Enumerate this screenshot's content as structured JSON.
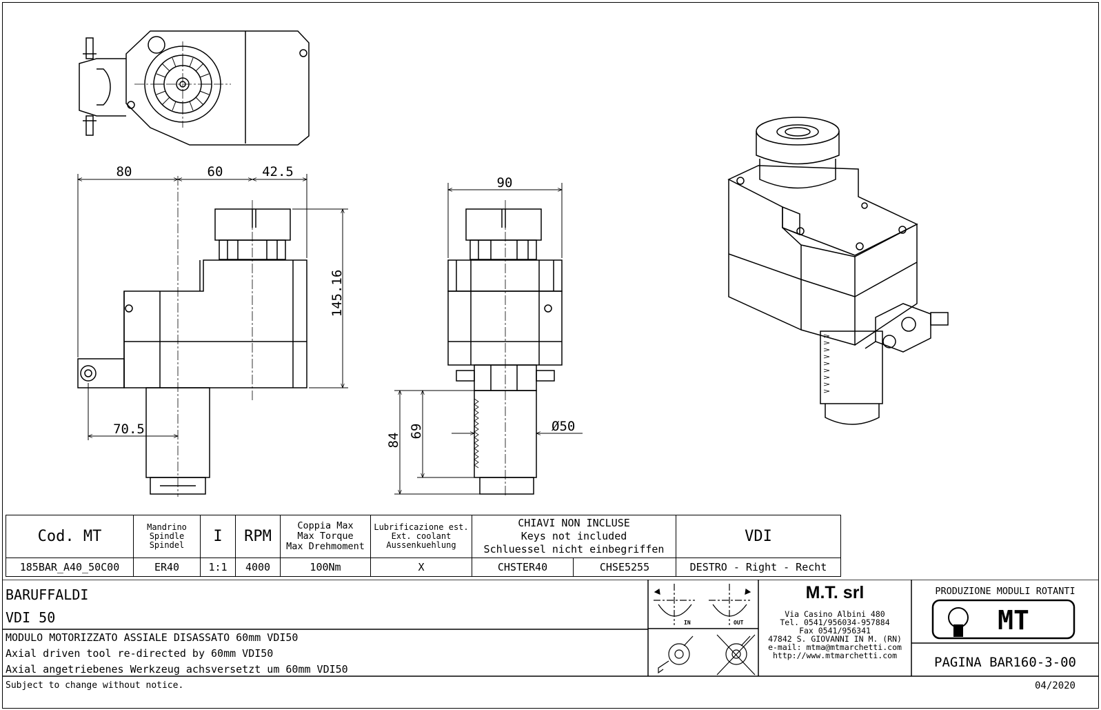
{
  "dimensions": {
    "d80": "80",
    "d60": "60",
    "d42_5": "42.5",
    "d145": "145.16",
    "d70_5": "70.5",
    "d90": "90",
    "d84": "84",
    "d69": "69",
    "d50": "Ø50"
  },
  "spec_table": {
    "headers": {
      "cod": "Cod. MT",
      "spindle": [
        "Mandrino",
        "Spindle",
        "Spindel"
      ],
      "ratio": "I",
      "rpm": "RPM",
      "torque": [
        "Coppia Max",
        "Max Torque",
        "Max Drehmoment"
      ],
      "coolant": [
        "Lubrificazione est.",
        "Ext. coolant",
        "Aussenkuehlung"
      ],
      "keys": [
        "CHIAVI NON INCLUSE",
        "Keys not included",
        "Schluessel nicht einbegriffen"
      ],
      "vdi": "VDI"
    },
    "values": {
      "cod": "185BAR_A40_50C00",
      "spindle": "ER40",
      "ratio": "1:1",
      "rpm": "4000",
      "torque": "100Nm",
      "coolant": "X",
      "key1": "CHSTER40",
      "key2": "CHSE5255",
      "vdi": "DESTRO - Right - Recht"
    }
  },
  "title_block": {
    "brand": "BARUFFALDI",
    "vdi": "VDI 50",
    "desc_it": "MODULO MOTORIZZATO ASSIALE DISASSATO 60mm VDI50",
    "desc_en": "Axial driven tool re-directed by 60mm VDI50",
    "desc_de": "Axial angetriebenes Werkzeug achsversetzt um 60mm VDI50",
    "rotation_in": "IN",
    "rotation_out": "OUT",
    "company": "M.T. srl",
    "address": [
      "Via Casino Albini 480",
      "Tel. 0541/956034-957884",
      "Fax 0541/956341",
      "47842 S. GIOVANNI IN M. (RN)",
      "e-mail: mtma@mtmarchetti.com",
      "http://www.mtmarchetti.com"
    ],
    "production": "PRODUZIONE MODULI ROTANTI",
    "logo": "MT",
    "page": "PAGINA BAR160-3-00"
  },
  "footer": {
    "notice": "Subject to change without notice.",
    "date": "04/2020"
  }
}
